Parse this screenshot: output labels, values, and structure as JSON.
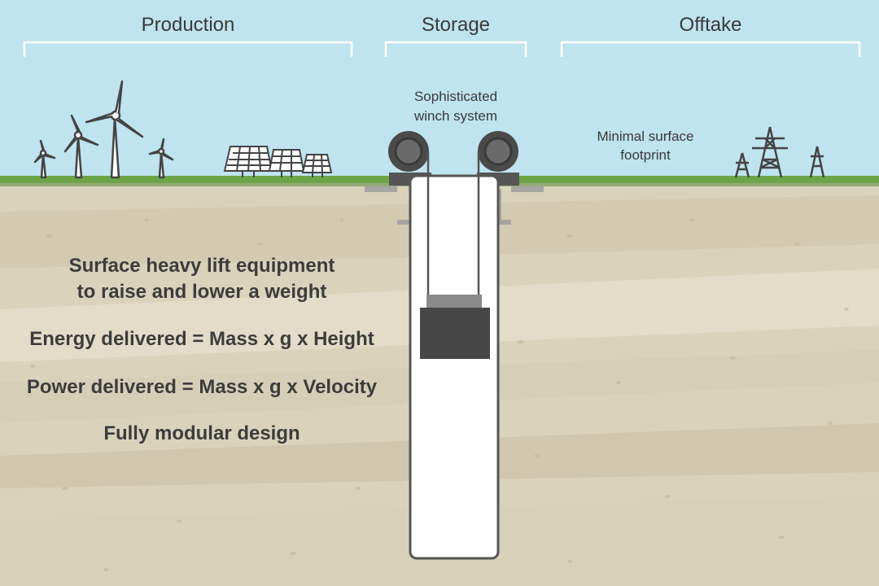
{
  "sections": {
    "production": "Production",
    "storage": "Storage",
    "offtake": "Offtake"
  },
  "labels": {
    "winch_line1": "Sophisticated",
    "winch_line2": "winch system",
    "footprint_line1": "Minimal surface",
    "footprint_line2": "footprint"
  },
  "body_text": {
    "line1": "Surface heavy lift equipment",
    "line2": "to raise and lower a weight",
    "energy": "Energy delivered = Mass x g x Height",
    "power": "Power delivered = Mass x g x Velocity",
    "modular": "Fully modular design"
  },
  "colors": {
    "sky": "#bfe3ef",
    "grass": "#6ea447",
    "soil": "#d9d3bc",
    "text": "#3a3a3a",
    "weight": "#474747",
    "winch_drum": "#4a4a4a"
  },
  "icons": [
    "wind-turbine-icon",
    "solar-panel-icon",
    "winch-drum-icon",
    "pylon-icon"
  ]
}
